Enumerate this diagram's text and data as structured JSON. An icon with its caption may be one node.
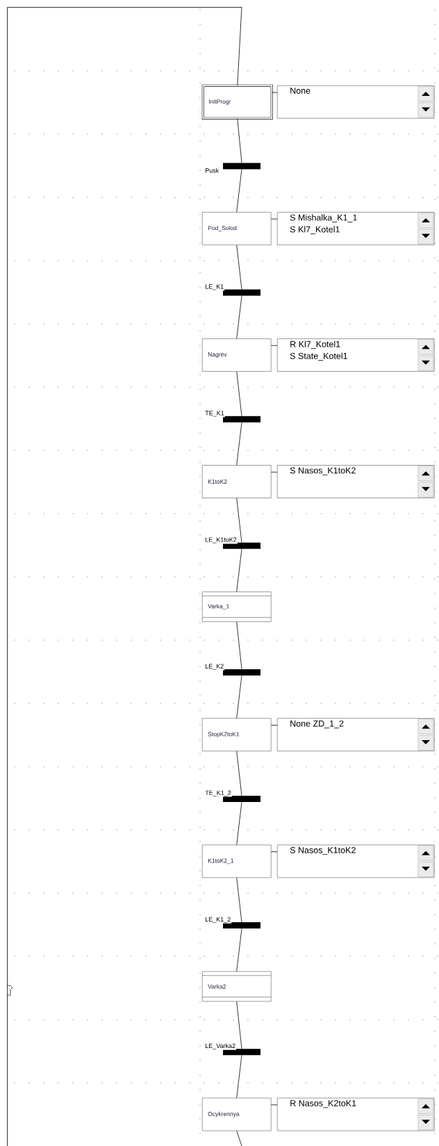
{
  "diagram": {
    "nodes": [
      {
        "text": [
          "InitProgr"
        ]
      },
      {
        "text": [
          "None"
        ]
      },
      {
        "text": [],
        "shape": "bar",
        "beside": [
          "Pusk"
        ]
      },
      {
        "text": [
          "Pod_Solod"
        ]
      },
      {
        "text": [
          "S Mishalka_K1_1",
          "S Kl7_Kotel1"
        ]
      },
      {
        "text": [],
        "shape": "bar",
        "beside": [
          "LE_K1"
        ]
      },
      {
        "text": [
          "Nagrev"
        ]
      },
      {
        "text": [
          "R Kl7_Kotel1",
          "S State_Kotel1"
        ]
      },
      {
        "text": [],
        "shape": "bar",
        "beside": [
          "TE_K1"
        ]
      },
      {
        "text": [
          "K1toK2"
        ]
      },
      {
        "text": [
          "S Nasos_K1toK2"
        ]
      },
      {
        "text": [],
        "shape": "bar",
        "beside": [
          "LE_K1toK2"
        ]
      },
      {
        "text": [
          "Varka_1"
        ]
      },
      {
        "text": [],
        "shape": "bar",
        "beside": [
          "LE_K2"
        ]
      },
      {
        "text": [
          "StopK2toK1"
        ]
      },
      {
        "text": [
          "None ZD_1_2"
        ]
      },
      {
        "text": [],
        "shape": "bar",
        "beside": [
          "TE_K1_2"
        ]
      },
      {
        "text": [
          "K1toK2_1"
        ]
      },
      {
        "text": [
          "S Nasos_K1toK2"
        ]
      },
      {
        "text": [],
        "shape": "bar",
        "beside": [
          "LE_K1_2"
        ]
      },
      {
        "text": [
          "Varka2"
        ]
      },
      {
        "text": [],
        "shape": "bar",
        "beside": [
          "LE_Varka2"
        ]
      },
      {
        "text": [
          "Ocykrennya"
        ]
      },
      {
        "text": [
          "R Nasos_K2toK1"
        ]
      }
    ],
    "edges": [
      {
        "from": 0,
        "to": 1,
        "arrow": "none"
      },
      {
        "from": 0,
        "to": 2,
        "arrow": "none"
      },
      {
        "from": 2,
        "to": 3,
        "arrow": "none"
      },
      {
        "from": 3,
        "to": 4,
        "arrow": "none"
      },
      {
        "from": 3,
        "to": 5,
        "arrow": "none"
      },
      {
        "from": 5,
        "to": 6,
        "arrow": "none"
      },
      {
        "from": 6,
        "to": 7,
        "arrow": "none"
      },
      {
        "from": 6,
        "to": 8,
        "arrow": "none"
      },
      {
        "from": 8,
        "to": 9,
        "arrow": "none"
      },
      {
        "from": 9,
        "to": 10,
        "arrow": "none"
      },
      {
        "from": 9,
        "to": 11,
        "arrow": "none"
      },
      {
        "from": 11,
        "to": 12,
        "arrow": "none"
      },
      {
        "from": 12,
        "to": 13,
        "arrow": "none"
      },
      {
        "from": 13,
        "to": 14,
        "arrow": "none"
      },
      {
        "from": 14,
        "to": 15,
        "arrow": "none"
      },
      {
        "from": 14,
        "to": 16,
        "arrow": "none"
      },
      {
        "from": 16,
        "to": 17,
        "arrow": "none"
      },
      {
        "from": 17,
        "to": 18,
        "arrow": "none"
      },
      {
        "from": 17,
        "to": 19,
        "arrow": "none"
      },
      {
        "from": 19,
        "to": 20,
        "arrow": "none"
      },
      {
        "from": 20,
        "to": 21,
        "arrow": "none"
      },
      {
        "from": 21,
        "to": 22,
        "arrow": "none"
      },
      {
        "from": 22,
        "to": 23,
        "arrow": "none"
      },
      {
        "from": 22,
        "to": null,
        "arrow": "none"
      },
      {
        "from": null,
        "to": 0,
        "arrow": "none"
      }
    ]
  }
}
